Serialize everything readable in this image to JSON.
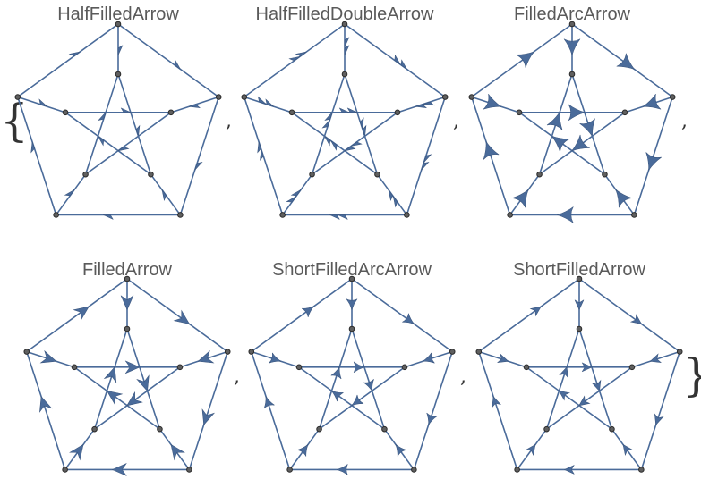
{
  "open_brace": "{",
  "close_brace": "}",
  "separator": ",",
  "accent_color": "#4a6b9a",
  "graphs": [
    {
      "title": "HalfFilledArrow",
      "arrow_style": "half"
    },
    {
      "title": "HalfFilledDoubleArrow",
      "arrow_style": "half-double"
    },
    {
      "title": "FilledArcArrow",
      "arrow_style": "arc"
    },
    {
      "title": "FilledArrow",
      "arrow_style": "filled"
    },
    {
      "title": "ShortFilledArcArrow",
      "arrow_style": "short-arc"
    },
    {
      "title": "ShortFilledArrow",
      "arrow_style": "short-filled"
    }
  ],
  "edges": [
    [
      0,
      1
    ],
    [
      1,
      2
    ],
    [
      2,
      3
    ],
    [
      3,
      4
    ],
    [
      4,
      0
    ],
    [
      0,
      5
    ],
    [
      1,
      6
    ],
    [
      2,
      7
    ],
    [
      3,
      8
    ],
    [
      4,
      9
    ],
    [
      5,
      7
    ],
    [
      7,
      9
    ],
    [
      9,
      6
    ],
    [
      6,
      8
    ],
    [
      8,
      5
    ]
  ]
}
